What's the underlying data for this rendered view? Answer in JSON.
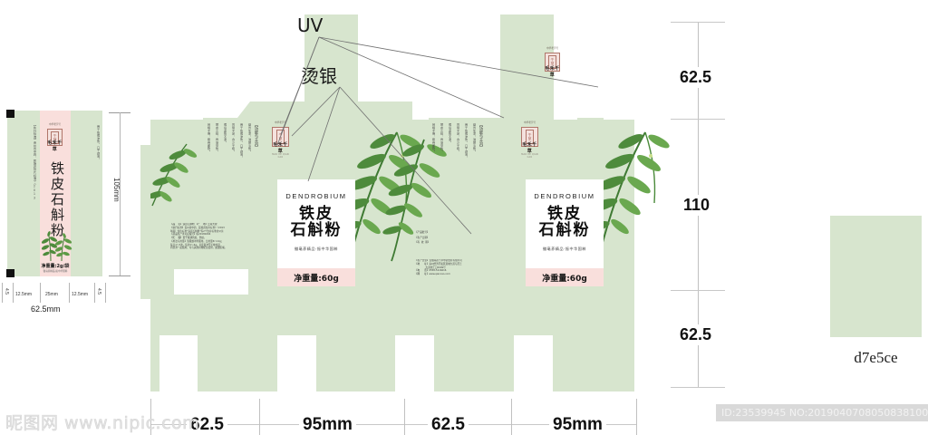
{
  "meta": {
    "watermark": "昵图网 www.nipic.com",
    "id_strip": "ID:23539945 NO:20190407080508381000"
  },
  "annotations": [
    {
      "label": "UV"
    },
    {
      "label": "烫银"
    }
  ],
  "swatch": {
    "hex_label": "d7e5ce",
    "color": "#d7e5ce"
  },
  "palette": {
    "mint": "#d7e5ce",
    "pink": "#f9dfdc",
    "white": "#ffffff",
    "seal_red": "#b0766a",
    "leaf_green": "#4e8b3c"
  },
  "brand": {
    "name": "毛禾千草",
    "pinyin": "MAO HE QIAN CAO",
    "seal_text": "千草",
    "seal_caption": "中华老字号"
  },
  "front_panel": {
    "latin_name": "DENDROBIUM",
    "title_line1": "铁皮",
    "title_line2": "石斛粉",
    "subtitle": "徽亳养精品·振中华国粹",
    "net_weight": "净重量:60g"
  },
  "sachet_label": {
    "title": "铁皮石斛粉",
    "net_weight": "净重量:2g/袋",
    "net_weight_sub": "徽亳养精品·振中华国粹"
  },
  "side_panel": {
    "heading": "【功能与主治】",
    "lines": [
      "益胃生津，滋阴清热。",
      "用于热病津伤、口干烦渴，",
      "胃阴不足、食少干呕，",
      "病后虚热不退，",
      "阴虚火旺、骨蒸劳热，",
      "目暗不明、筋骨痿软。"
    ]
  },
  "product_info": {
    "lines": [
      "【品    名】铁皮石斛粉 【产    地】云南大理",
      "【执行标准】贵州省中药、民族药饮片标准》（2013",
      "年版）饮片标准\"铁皮石斛粉\"等2个饮片标准的公示",
      "【药品生产许可证编号】皖20180204",
      "【贮    藏】置干燥通风处，防蛀。",
      "【用法与用量】泡服或冲剂服用。日用量6～12g；",
      "每日1～3次，每次1～4g。可反复冲至无味时送",
      "同药渣一起服用。可与其他药物配伍使用，或遵医嘱。"
    ]
  },
  "batch_info": {
    "lines": [
      "【产品批号】",
      "【生产日期】",
      "【有  效  期】"
    ]
  },
  "company_info": {
    "lines": [
      "【生产企业】安徽亳药千草中药饮片有限公司",
      "【地      址】亳州经济开发区酒城大道与西王",
      "              大道交汇口0099号",
      "【电      话】0558-5116616",
      "【网      址】www.qiancao.com"
    ]
  },
  "dimensions": {
    "vertical": [
      {
        "value": "62.5"
      },
      {
        "value": "110"
      },
      {
        "value": "62.5"
      }
    ],
    "horizontal": [
      {
        "value": "62.5"
      },
      {
        "value": "95mm"
      },
      {
        "value": "62.5"
      },
      {
        "value": "95mm"
      }
    ],
    "label_height": "105mm",
    "label_segments": [
      {
        "value": "4.5"
      },
      {
        "value": "12.5mm"
      },
      {
        "value": "25mm"
      },
      {
        "value": "12.5mm"
      },
      {
        "value": "4.5"
      }
    ],
    "label_total_width": "62.5mm"
  }
}
